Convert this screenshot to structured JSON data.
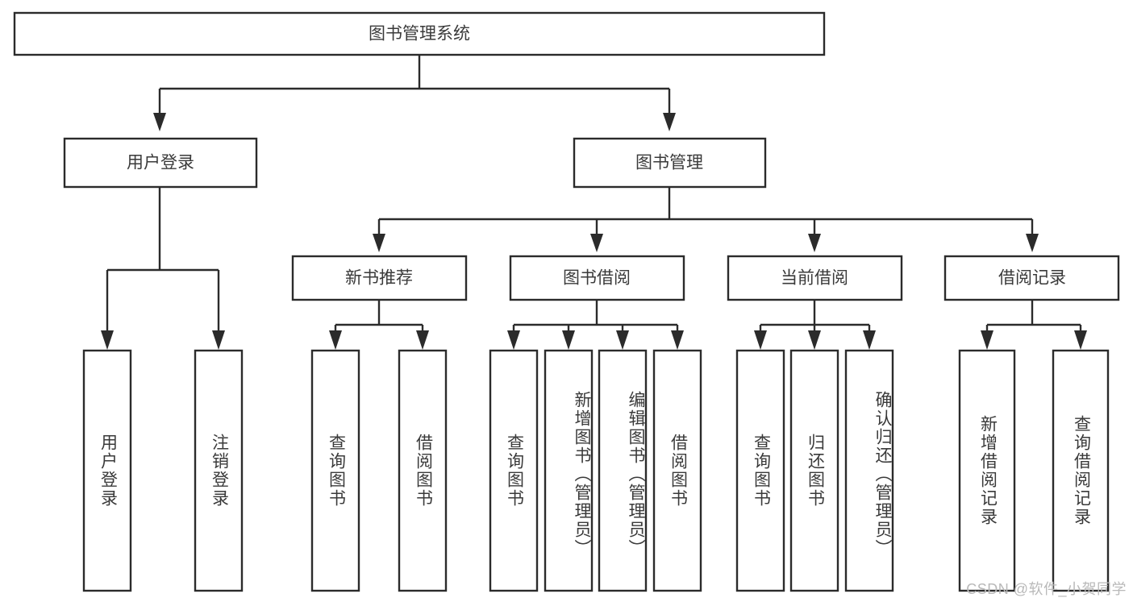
{
  "diagram": {
    "title": "图书管理系统",
    "type": "tree",
    "watermark": "CSDN @软件_小贺同学",
    "colors": {
      "box_stroke": "#2b2b2b",
      "box_fill": "#ffffff",
      "text": "#3a3a3a",
      "watermark": "#b9b9b9",
      "background": "#ffffff"
    },
    "nodes": {
      "root": {
        "label": "图书管理系统",
        "level": 0
      },
      "level1": [
        {
          "id": "user-login",
          "label": "用户登录"
        },
        {
          "id": "book-manage",
          "label": "图书管理"
        }
      ],
      "level2": [
        {
          "id": "new-book-recommend",
          "label": "新书推荐",
          "parent": "book-manage"
        },
        {
          "id": "book-borrow",
          "label": "图书借阅",
          "parent": "book-manage"
        },
        {
          "id": "current-borrow",
          "label": "当前借阅",
          "parent": "book-manage"
        },
        {
          "id": "borrow-record",
          "label": "借阅记录",
          "parent": "book-manage"
        }
      ],
      "leaves": {
        "user-login": [
          {
            "id": "leaf-user-login",
            "label": "用户登录"
          },
          {
            "id": "leaf-user-logout",
            "label": "注销登录"
          }
        ],
        "new-book-recommend": [
          {
            "id": "leaf-query-book-1",
            "label": "查询图书"
          },
          {
            "id": "leaf-borrow-book-1",
            "label": "借阅图书"
          }
        ],
        "book-borrow": [
          {
            "id": "leaf-query-book-2",
            "label": "查询图书"
          },
          {
            "id": "leaf-add-book",
            "label": "新增图书（管理员）"
          },
          {
            "id": "leaf-edit-book",
            "label": "编辑图书（管理员）"
          },
          {
            "id": "leaf-borrow-book-2",
            "label": "借阅图书"
          }
        ],
        "current-borrow": [
          {
            "id": "leaf-query-book-3",
            "label": "查询图书"
          },
          {
            "id": "leaf-return-book",
            "label": "归还图书"
          },
          {
            "id": "leaf-confirm-return",
            "label": "确认归还（管理员）"
          }
        ],
        "borrow-record": [
          {
            "id": "leaf-add-record",
            "label": "新增借阅记录"
          },
          {
            "id": "leaf-query-record",
            "label": "查询借阅记录"
          }
        ]
      }
    }
  }
}
